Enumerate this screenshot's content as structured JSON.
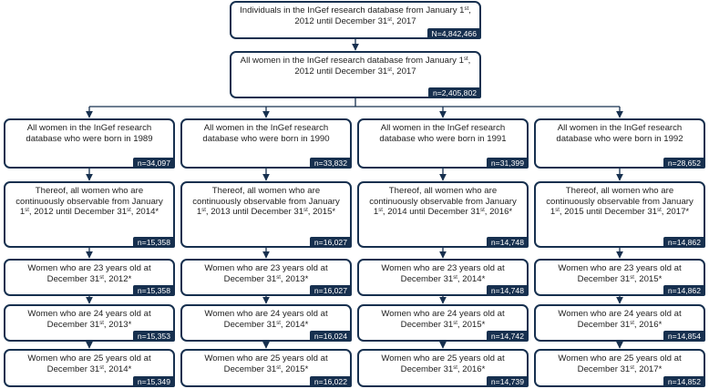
{
  "top": [
    {
      "pre": "Individuals in the InGef research database from January 1",
      "sup1": "st",
      "mid": ", 2012 until December 31",
      "sup2": "st",
      "post": ", 2017",
      "n": "N=4,842,466"
    },
    {
      "pre": "All women in the InGef research database from January 1",
      "sup1": "st",
      "mid": ", 2012 until December 31",
      "sup2": "st",
      "post": ", 2017",
      "n": "n=2,405,802"
    }
  ],
  "columns": [
    {
      "steps": [
        {
          "pre": "All women in the InGef research database who were born in 1989",
          "sup1": "",
          "mid": "",
          "sup2": "",
          "post": "",
          "n": "n=34,097"
        },
        {
          "pre": "Thereof, all women who are continuously observable from January 1",
          "sup1": "st",
          "mid": ", 2012 until December 31",
          "sup2": "st",
          "post": ", 2014*",
          "n": "n=15,358"
        },
        {
          "pre": "Women who are 23 years old at December 31",
          "sup1": "st",
          "mid": ", 2012*",
          "sup2": "",
          "post": "",
          "n": "n=15,358"
        },
        {
          "pre": "Women who are 24 years old at December 31",
          "sup1": "st",
          "mid": ", 2013*",
          "sup2": "",
          "post": "",
          "n": "n=15,353"
        },
        {
          "pre": "Women who are 25 years old at December 31",
          "sup1": "st",
          "mid": ", 2014*",
          "sup2": "",
          "post": "",
          "n": "n=15,349"
        }
      ]
    },
    {
      "steps": [
        {
          "pre": "All women in the InGef research database who were born in 1990",
          "sup1": "",
          "mid": "",
          "sup2": "",
          "post": "",
          "n": "n=33,832"
        },
        {
          "pre": "Thereof, all women who are continuously observable from January 1",
          "sup1": "st",
          "mid": ", 2013 until December 31",
          "sup2": "st",
          "post": ", 2015*",
          "n": "n=16,027"
        },
        {
          "pre": "Women who are 23 years old at December 31",
          "sup1": "st",
          "mid": ", 2013*",
          "sup2": "",
          "post": "",
          "n": "n=16,027"
        },
        {
          "pre": "Women who are 24 years old at December 31",
          "sup1": "st",
          "mid": ", 2014*",
          "sup2": "",
          "post": "",
          "n": "n=16,024"
        },
        {
          "pre": "Women who are 25 years old at December 31",
          "sup1": "st",
          "mid": ", 2015*",
          "sup2": "",
          "post": "",
          "n": "n=16,022"
        }
      ]
    },
    {
      "steps": [
        {
          "pre": "All women in the InGef research database who were born in 1991",
          "sup1": "",
          "mid": "",
          "sup2": "",
          "post": "",
          "n": "n=31,399"
        },
        {
          "pre": "Thereof, all women who are continuously observable from January 1",
          "sup1": "st",
          "mid": ", 2014 until December 31",
          "sup2": "st",
          "post": ", 2016*",
          "n": "n=14,748"
        },
        {
          "pre": "Women who are 23 years old at December 31",
          "sup1": "st",
          "mid": ", 2014*",
          "sup2": "",
          "post": "",
          "n": "n=14,748"
        },
        {
          "pre": "Women who are 24 years old at December 31",
          "sup1": "st",
          "mid": ", 2015*",
          "sup2": "",
          "post": "",
          "n": "n=14,742"
        },
        {
          "pre": "Women who are 25 years old at December 31",
          "sup1": "st",
          "mid": ", 2016*",
          "sup2": "",
          "post": "",
          "n": "n=14,739"
        }
      ]
    },
    {
      "steps": [
        {
          "pre": "All women in the InGef research database who were born in 1992",
          "sup1": "",
          "mid": "",
          "sup2": "",
          "post": "",
          "n": "n=28,652"
        },
        {
          "pre": "Thereof, all women who are continuously observable from January 1",
          "sup1": "st",
          "mid": ", 2015 until December 31",
          "sup2": "st",
          "post": ", 2017*",
          "n": "n=14,862"
        },
        {
          "pre": "Women who are 23 years old at December 31",
          "sup1": "st",
          "mid": ", 2015*",
          "sup2": "",
          "post": "",
          "n": "n=14,862"
        },
        {
          "pre": "Women who are 24 years old at December 31",
          "sup1": "st",
          "mid": ", 2016*",
          "sup2": "",
          "post": "",
          "n": "n=14,854"
        },
        {
          "pre": "Women who are 25 years old at December 31",
          "sup1": "st",
          "mid": ", 2017*",
          "sup2": "",
          "post": "",
          "n": "n=14,852"
        }
      ]
    }
  ]
}
